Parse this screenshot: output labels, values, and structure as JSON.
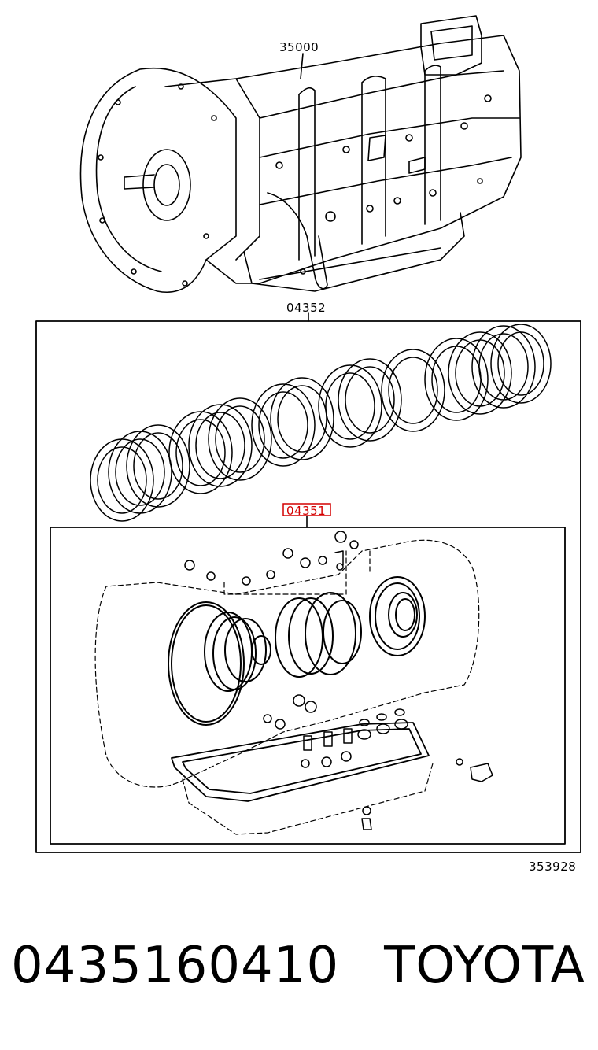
{
  "diagram": {
    "labels": {
      "assembly": "35000",
      "overhaul_kit": "04352",
      "gasket_kit": "04351",
      "illustration_no": "353928"
    },
    "highlight_color": "#d40000"
  },
  "caption": {
    "part_number": "0435160410",
    "brand": "TOYOTA"
  }
}
